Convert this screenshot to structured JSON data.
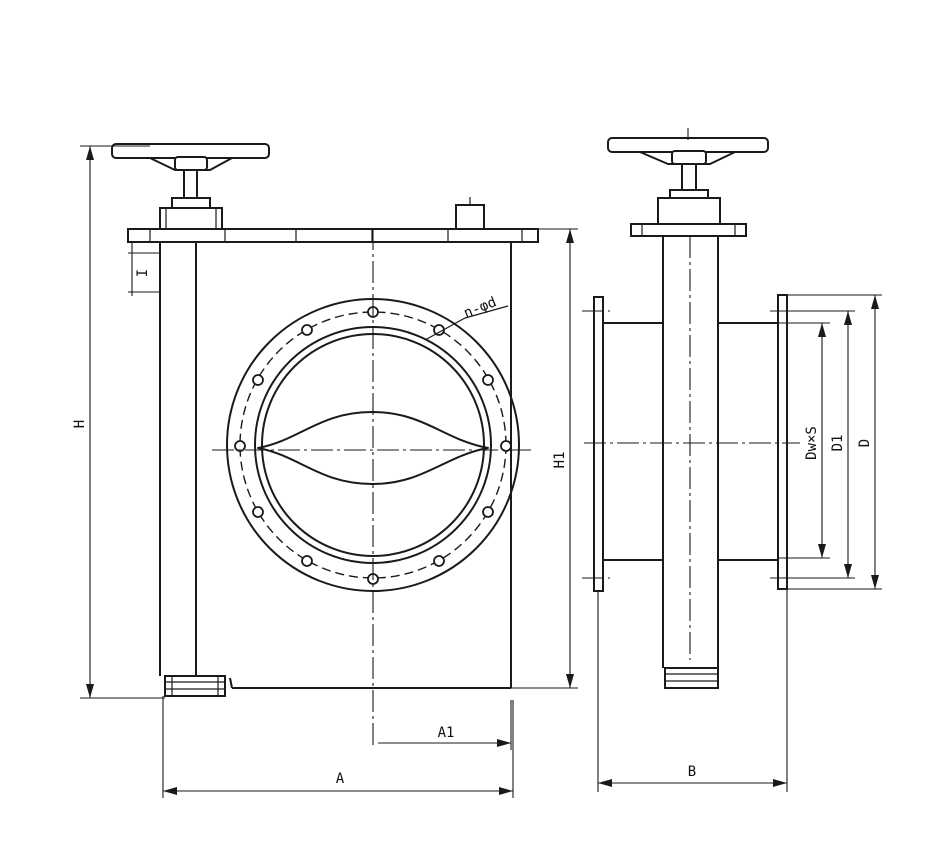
{
  "labels": {
    "H": "H",
    "H1": "H1",
    "I": "I",
    "A": "A",
    "A1": "A1",
    "B": "B",
    "D": "D",
    "D1": "D1",
    "DwxS": "Dw×S",
    "n_phi_d": "n-φd"
  }
}
